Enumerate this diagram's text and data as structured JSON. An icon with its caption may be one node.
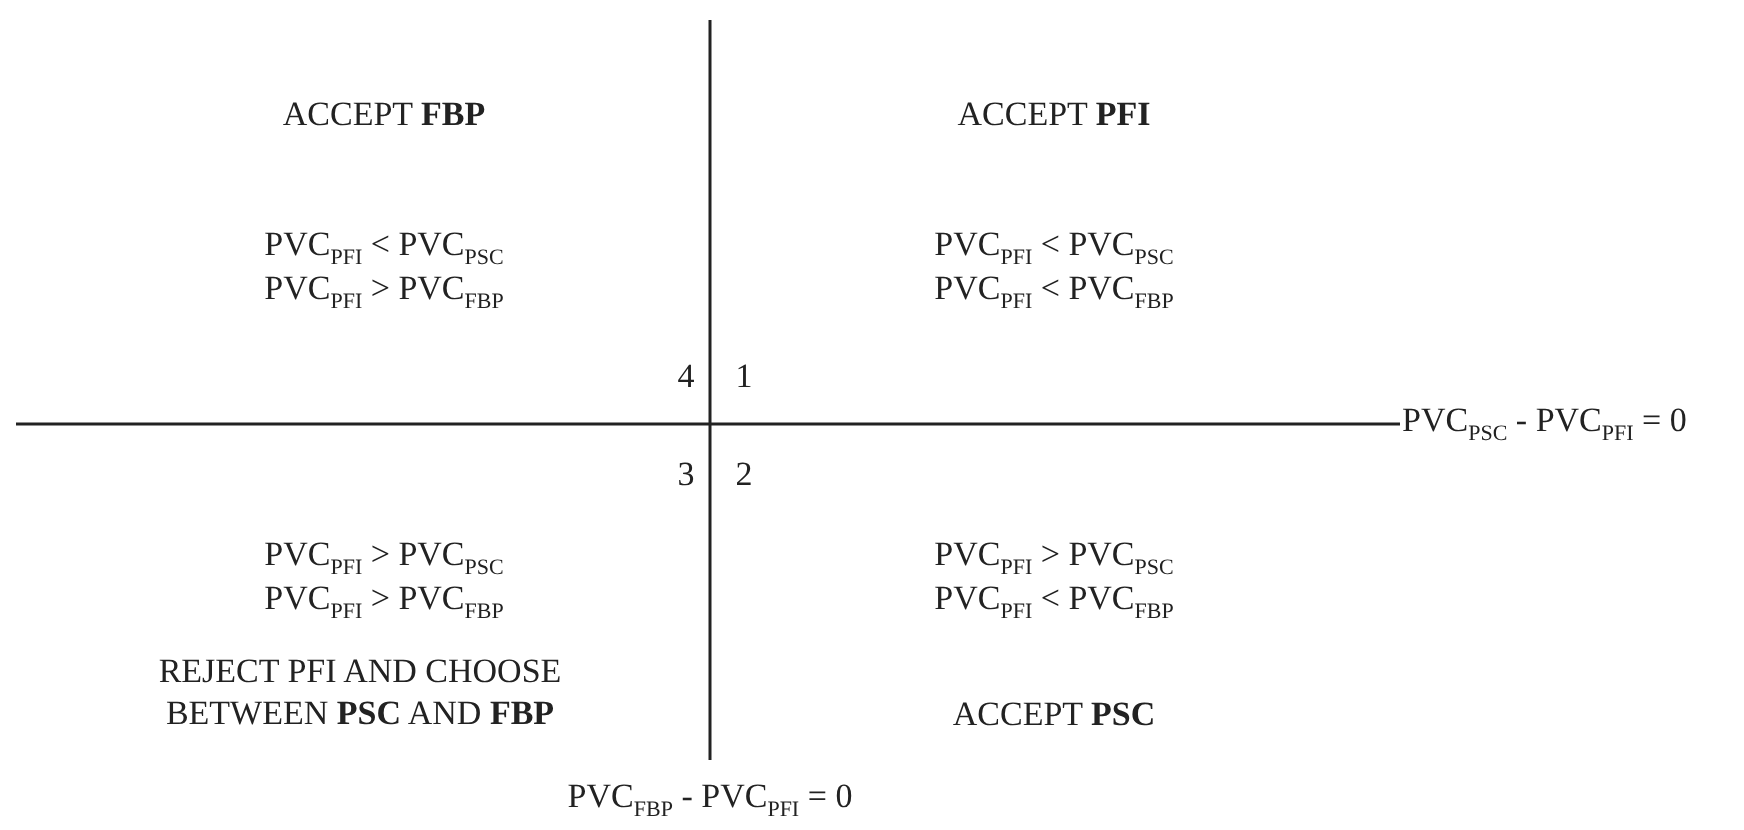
{
  "diagram": {
    "labels": [
      "ACCEPT **FBP**",
      "ACCEPT **PFI**",
      "PVC$_{PFI}$ < PVC$_{PSC}$",
      "PVC$_{PFI}$ < PVC$_{PSC}$",
      "PVC$_{PFI}$ > PVC$_{FBP}$",
      "PVC$_{PFI}$ < PVC$_{FBP}$",
      "4",
      "1",
      "PVC$_{PSC}$ - PVC$_{PFI}$ = 0",
      "3",
      "2",
      "PVC$_{PFI}$ > PVC$_{PSC}$",
      "PVC$_{PFI}$ > PVC$_{PSC}$",
      "PVC$_{PFI}$ > PVC$_{FBP}$",
      "PVC$_{PFI}$ < PVC$_{FBP}$",
      "REJECT PFI AND CHOOSE BETWEEN **PSC** AND **FBP**",
      "ACCEPT **PSC**",
      "PVC$_{FBP}$ - PVC$_{PFI}$ = 0"
    ]
  }
}
